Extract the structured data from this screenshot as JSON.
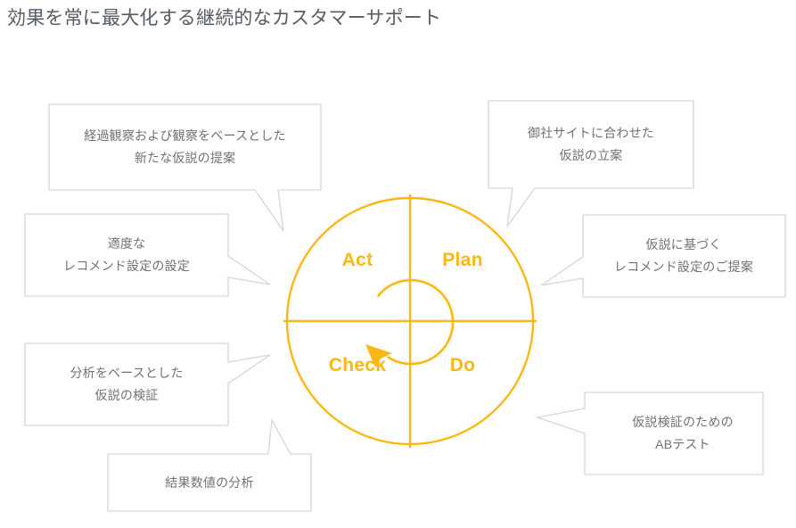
{
  "page": {
    "title": "効果を常に最大化する継続的なカスタマーサポート",
    "background_color": "#ffffff",
    "title_color": "#555c63"
  },
  "theme": {
    "accent_color": "#fbb713",
    "callout_border_color": "#d6d6d6",
    "callout_text_color": "#6d7276",
    "callout_fill_color": "#ffffff"
  },
  "wheel": {
    "name": "pdca-cycle",
    "quadrants": [
      {
        "key": "act",
        "label": "Act",
        "position": "top-left"
      },
      {
        "key": "plan",
        "label": "Plan",
        "position": "top-right"
      },
      {
        "key": "check",
        "label": "Check",
        "position": "bottom-left"
      },
      {
        "key": "do",
        "label": "Do",
        "position": "bottom-right"
      }
    ],
    "arrow_direction": "counter-clockwise"
  },
  "callouts": [
    {
      "key": "act-observation",
      "lines": [
        "経過観察および観察をベースとした",
        "新たな仮説の提案"
      ],
      "tail": "bottom-right"
    },
    {
      "key": "plan-hypothesis",
      "lines": [
        "御社サイトに合わせた",
        "仮説の立案"
      ],
      "tail": "bottom-left"
    },
    {
      "key": "act-recommend-setting",
      "lines": [
        "適度な",
        "レコメンド設定の設定"
      ],
      "tail": "right"
    },
    {
      "key": "plan-recommend-proposal",
      "lines": [
        "仮説に基づく",
        "レコメンド設定のご提案"
      ],
      "tail": "left"
    },
    {
      "key": "check-verification",
      "lines": [
        "分析をベースとした",
        "仮説の検証"
      ],
      "tail": "right"
    },
    {
      "key": "do-ab-test",
      "lines": [
        "仮説検証のための",
        "ABテスト"
      ],
      "tail": "left"
    },
    {
      "key": "check-result-analysis",
      "lines": [
        "結果数値の分析"
      ],
      "tail": "top-right"
    }
  ]
}
